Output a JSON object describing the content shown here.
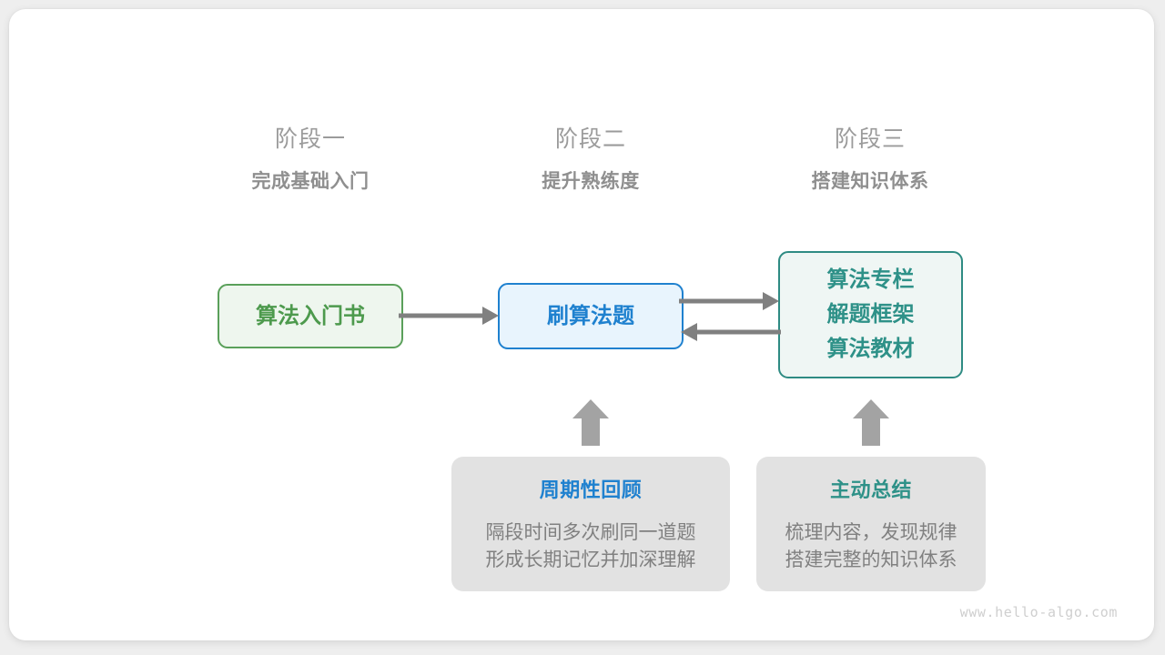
{
  "watermark": "www.hello-algo.com",
  "colors": {
    "page_background": "#eeeeee",
    "card_background": "#ffffff",
    "green": "#4d9a4d",
    "green_fill": "#eef6ee",
    "blue": "#1f81cf",
    "blue_fill": "#e8f4fd",
    "teal": "#2e9188",
    "teal_fill": "#eff6f4",
    "grey_card": "#e2e2e2",
    "grey_text": "#808080",
    "arrow_grey": "#808080",
    "block_arrow_grey": "#a3a3a3"
  },
  "stages": [
    {
      "number": "阶段一",
      "subtitle": "完成基础入门"
    },
    {
      "number": "阶段二",
      "subtitle": "提升熟练度"
    },
    {
      "number": "阶段三",
      "subtitle": "搭建知识体系"
    }
  ],
  "flow_boxes": {
    "book": {
      "label": "算法入门书"
    },
    "practice": {
      "label": "刷算法题"
    },
    "resources": {
      "lines": [
        "算法专栏",
        "解题框架",
        "算法教材"
      ]
    }
  },
  "tips": [
    {
      "title": "周期性回顾",
      "body_lines": [
        "隔段时间多次刷同一道题",
        "形成长期记忆并加深理解"
      ]
    },
    {
      "title": "主动总结",
      "body_lines": [
        "梳理内容，发现规律",
        "搭建完整的知识体系"
      ]
    }
  ],
  "connectors": [
    {
      "name": "book-to-practice",
      "direction": "right"
    },
    {
      "name": "practice-to-resources",
      "direction": "right"
    },
    {
      "name": "resources-to-practice",
      "direction": "left"
    },
    {
      "name": "review-to-practice",
      "direction": "up"
    },
    {
      "name": "summary-to-resources",
      "direction": "up"
    }
  ]
}
